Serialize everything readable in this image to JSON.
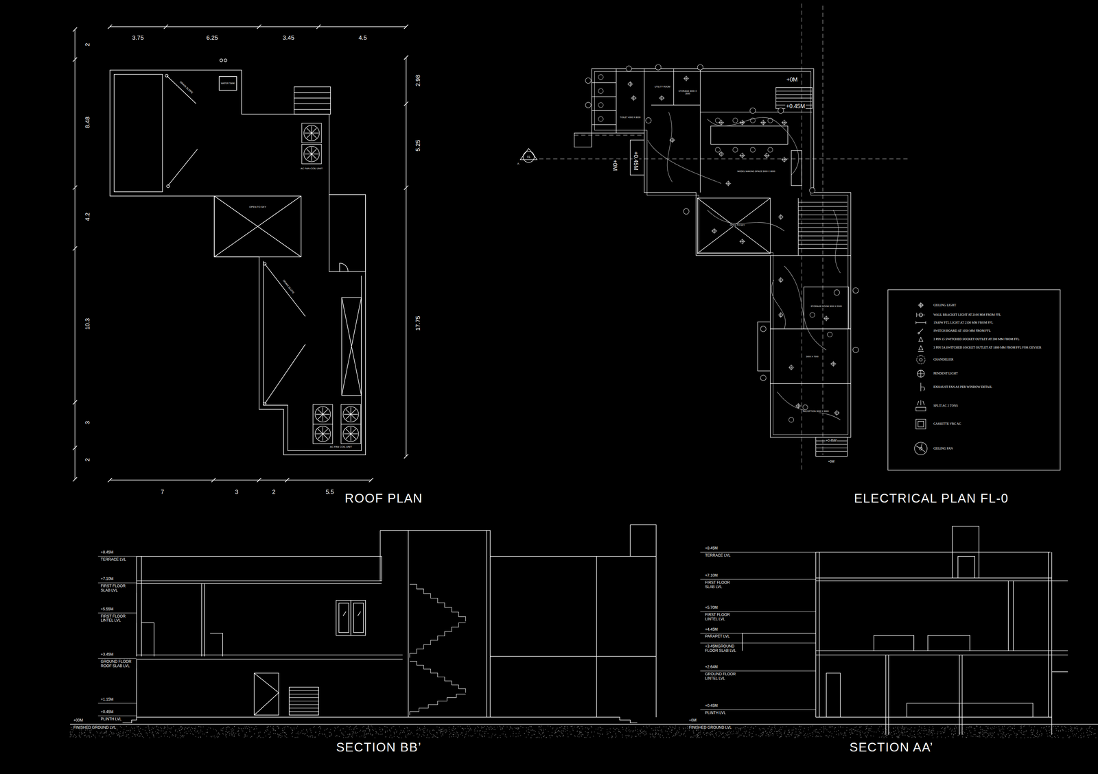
{
  "diagram": {
    "nodes": [
      {
        "text": [
          "WATER TANK"
        ]
      },
      {
        "text": [
          "OPEN TO SKY"
        ]
      },
      {
        "text": [
          "TOILET 4000 X 8000"
        ]
      },
      {
        "text": [
          "UTILITY ROOM"
        ]
      },
      {
        "text": [
          "STORAGE 3000 X 3000"
        ]
      },
      {
        "text": [
          "MODEL MAKING SPACE 5000 X 8000"
        ]
      },
      {
        "text": [
          "OPEN TO SKY"
        ]
      },
      {
        "text": [
          "STORAGE ROOM 3000 X 2000"
        ]
      },
      {
        "text": [
          "3000 X 7000"
        ]
      },
      {
        "text": [
          "RECEPTION 3000 X 3000"
        ]
      }
    ],
    "labels": [
      "3.75",
      "6.25",
      "3.45",
      "4.5",
      "2",
      "8.48",
      "4.2",
      "10.3",
      "3",
      "2",
      "2.98",
      "5.25",
      "17.75",
      "7",
      "3",
      "2",
      "5.5",
      "DRAIN SLOPE",
      "DRAIN SLOPE",
      "AC FAN COIL UNIT",
      "AC FAN COIL UNIT",
      "ROOF PLAN",
      "+0M",
      "+0.45M",
      "+0.45M",
      "+0M",
      "+0.45M",
      "+0M",
      "A",
      "01",
      "ELECTRICAL PLAN FL-0",
      "+8.45M",
      "TERRACE LVL",
      "+7.10M",
      "FIRST FLOOR SLAB LVL",
      "+5.55M",
      "FIRST FLOOR LINTEL LVL",
      "+3.45M",
      "GROUND FLOOR ROOF SLAB LVL",
      "+1.15M",
      "+0.45M",
      "PLINTH LVL",
      "+00M",
      "FINISHED GROUND LVL",
      "SECTION BB’",
      "+8.45M",
      "TERRACE LVL",
      "+7.10M",
      "FIRST FLOOR SLAB LVL",
      "+5.70M",
      "FIRST FLOOR LINTEL LVL",
      "+4.45M",
      "PARAPET LVL",
      "+3.45MGROUND FLOOR SLAB LVL",
      "+2.64M",
      "GROUND FLOOR LINTEL LVL",
      "+0.45M",
      "PLINTH LVL",
      "+0M",
      "FINISHED GROUND LVL",
      "SECTION AA’"
    ],
    "legend": [
      {
        "text": "CEILING LIGHT"
      },
      {
        "text": "WALL BRACKET LIGHT AT 2100 MM FROM FFL"
      },
      {
        "text": "1X40W FTL LIGHT AT 2100 MM FROM FFL"
      },
      {
        "text": "SWITCH BOARD AT 1050 MM FROM FFL"
      },
      {
        "text": "3 PIN 15 SWITCHED SOCKET OUTLET AT 300 MM FROM FFL"
      },
      {
        "text": "3 PIN 5A SWITCHED SOCKET OUTLET AT 1800 MM FROM FFL FOR GEYSER"
      },
      {
        "text": "CHANDELIER"
      },
      {
        "text": "PENDENT LIGHT"
      },
      {
        "text": "EXHAUST FAN AS PER WINDOW DETAIL"
      },
      {
        "text": "SPLIT AC 2 TONS"
      },
      {
        "text": "CASSETTE VRC AC"
      },
      {
        "text": "CEILING FAN"
      }
    ]
  }
}
